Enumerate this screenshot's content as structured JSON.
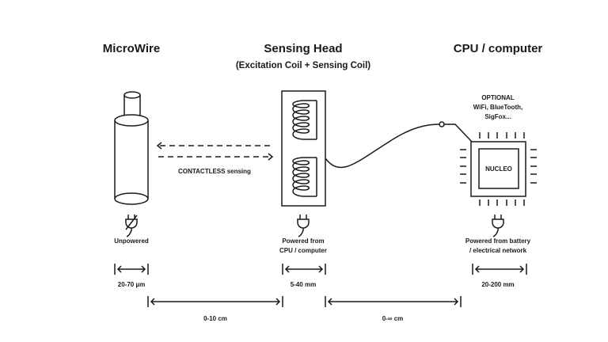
{
  "titles": {
    "microwire": "MicroWire",
    "sensing_head": "Sensing Head",
    "sensing_head_sub": "(Excitation Coil + Sensing Coil)",
    "cpu": "CPU / computer"
  },
  "contactless": "CONTACTLESS sensing",
  "optional": [
    "OPTIONAL",
    "WiFi, BlueTooth,",
    "SigFox..."
  ],
  "chip_label": "NUCLEO",
  "power": {
    "microwire": "Unpowered",
    "sensing_head": [
      "Powered from",
      "CPU / computer"
    ],
    "cpu": [
      "Powered from battery",
      "/ electrical network"
    ]
  },
  "dimensions": {
    "microwire": "20-70 µm",
    "sensing_head": "5-40 mm",
    "cpu": "20-200 mm",
    "gap1": "0-10 cm",
    "gap2": "0-∞ cm"
  }
}
